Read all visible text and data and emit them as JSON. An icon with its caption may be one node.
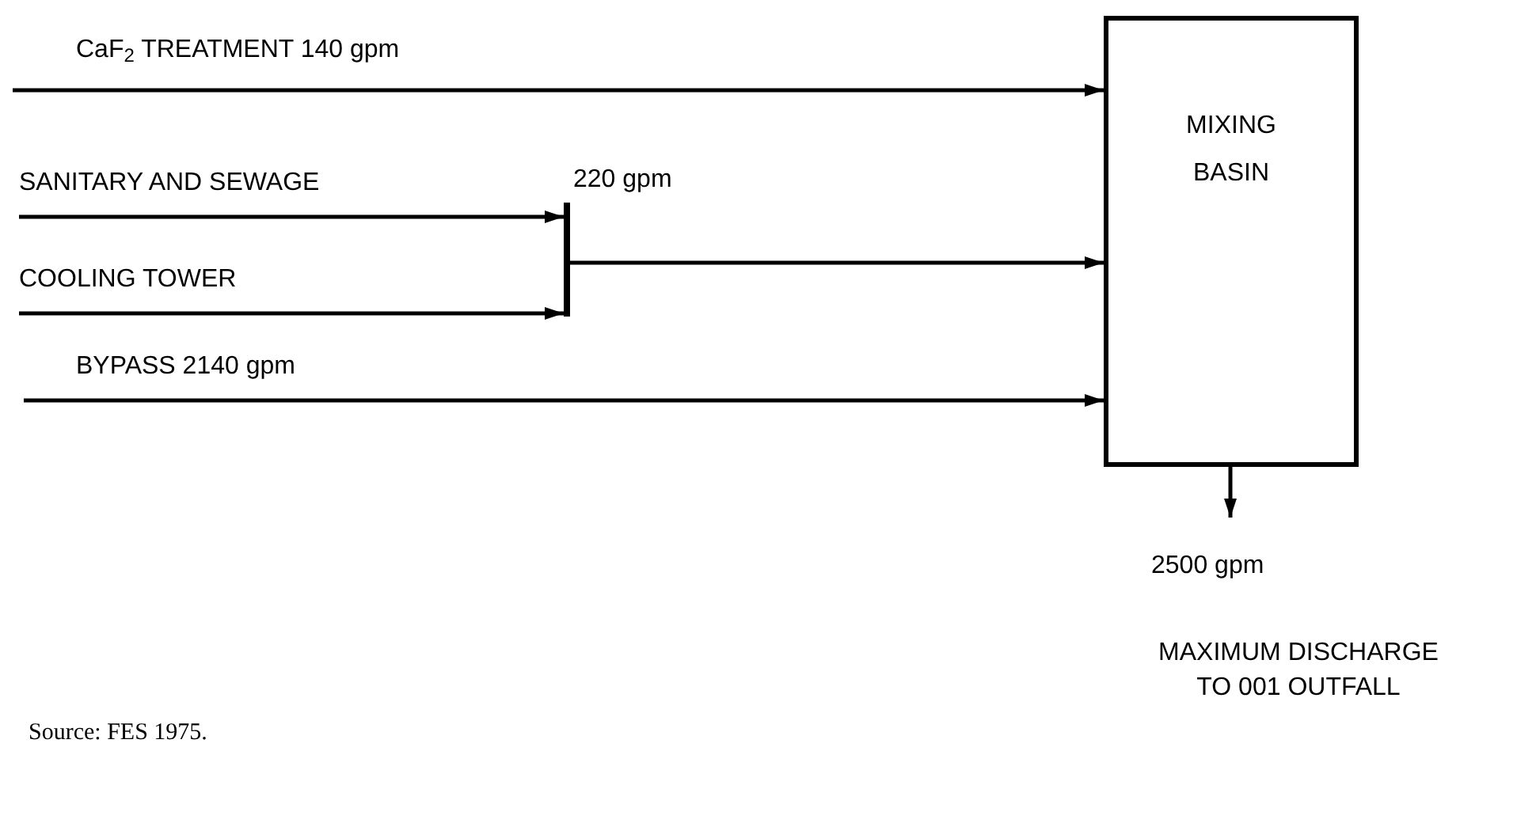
{
  "diagram": {
    "caption": "Source: FES 1975.",
    "nodes": [
      {
        "text": [
          "MIXING BASIN"
        ]
      },
      {
        "text": [],
        "shape": "bar"
      }
    ],
    "edges": [
      {
        "from": null,
        "to": 0,
        "arrow": "to",
        "label": "CaF$_{2}$ TREATMENT 140 gpm"
      },
      {
        "from": null,
        "to": 1,
        "arrow": "to",
        "label": "SANITARY AND SEWAGE"
      },
      {
        "from": null,
        "to": 1,
        "arrow": "to",
        "label": "COOLING TOWER"
      },
      {
        "from": 1,
        "to": 0,
        "arrow": "to",
        "label": "220 gpm"
      },
      {
        "from": null,
        "to": 0,
        "arrow": "to",
        "label": "BYPASS 2140 gpm"
      },
      {
        "from": 0,
        "to": null,
        "arrow": "to",
        "label": "2500 gpm"
      }
    ],
    "labels": [
      "MAXIMUM DISCHARGE TO 001 OUTFALL"
    ]
  }
}
